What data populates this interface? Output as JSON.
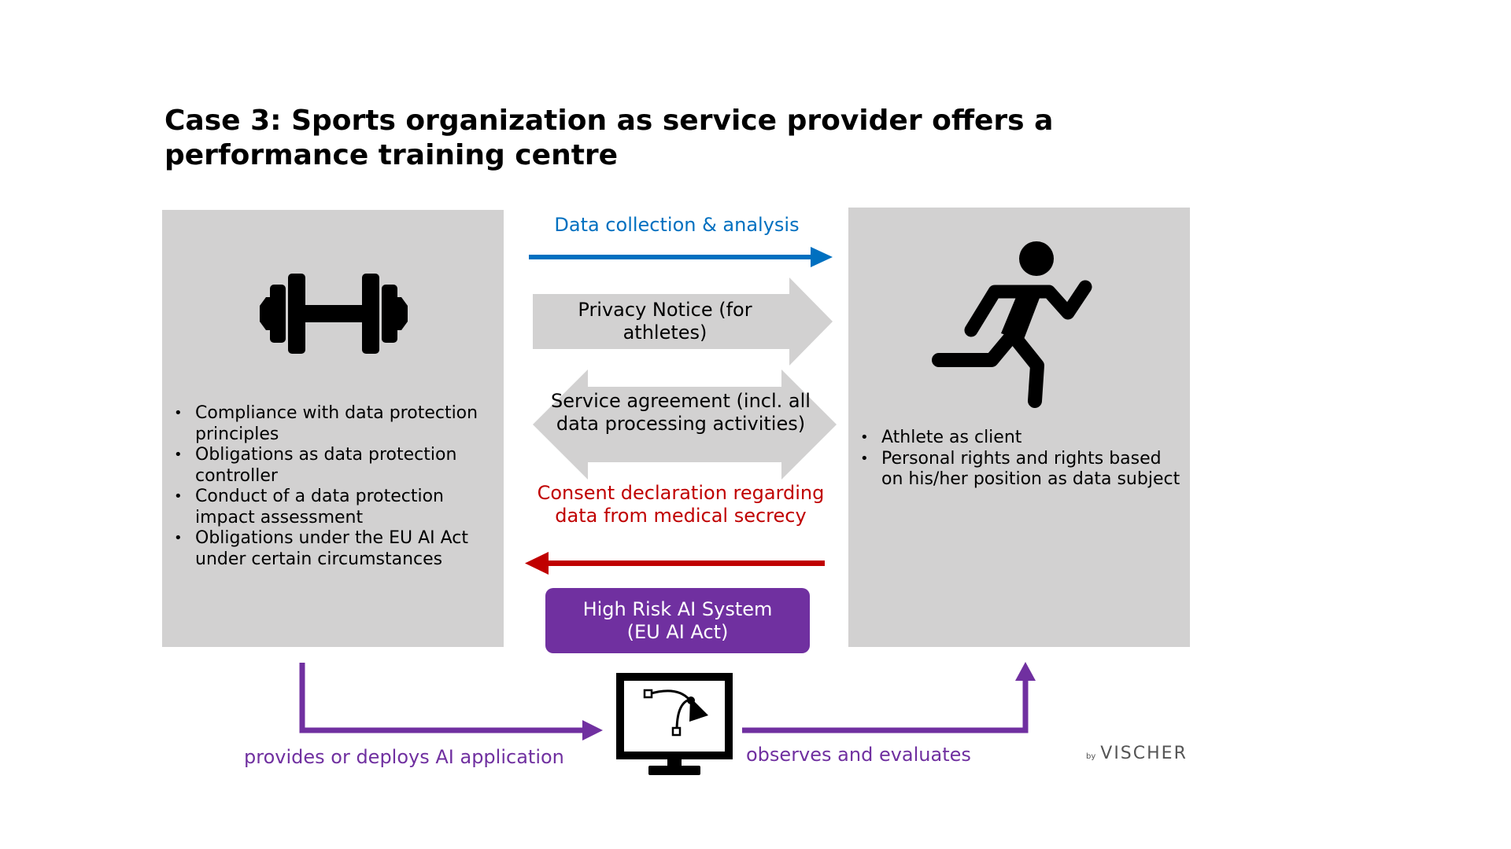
{
  "title": "Case 3: Sports organization as service provider offers a performance training centre",
  "left_panel": {
    "icon": "dumbbell-icon",
    "bullets": [
      "Compliance with data protection principles",
      "Obligations as data protection controller",
      "Conduct of a data protection impact assessment",
      "Obligations under the EU AI Act under certain circumstances"
    ]
  },
  "right_panel": {
    "icon": "running-person-icon",
    "bullets": [
      "Athlete as client",
      "Personal rights and rights based on his/her position as data subject"
    ]
  },
  "flows": {
    "data_collection": "Data collection & analysis",
    "privacy_notice": "Privacy Notice (for athletes)",
    "service_agreement": "Service agreement (incl. all data processing activities)",
    "consent": "Consent declaration regarding data from medical secrecy"
  },
  "high_risk": {
    "line1": "High Risk AI System",
    "line2": "(EU AI Act)"
  },
  "bottom": {
    "provides": "provides or deploys AI application",
    "observes": "observes and evaluates",
    "monitor_icon": "monitor-ai-icon"
  },
  "logo": {
    "by": "by",
    "name": "VISCHER"
  },
  "colors": {
    "panel": "#d2d1d1",
    "blue": "#0070c0",
    "red": "#c00000",
    "purple": "#7030a0",
    "arrow_gray": "#d2d1d1"
  }
}
